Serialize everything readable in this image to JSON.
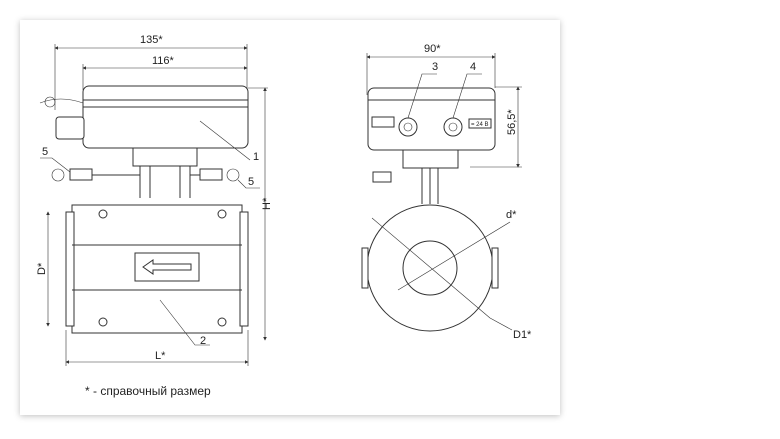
{
  "side_view": {
    "dim_total_width": "135*",
    "dim_housing_width": "116*",
    "dim_height": "H*",
    "dim_diameter": "D*",
    "dim_length": "L*",
    "callout_1": "1",
    "callout_2": "2",
    "callout_5_left": "5",
    "callout_5_right": "5"
  },
  "front_view": {
    "dim_width": "90*",
    "dim_height": "56,5*",
    "callout_3": "3",
    "callout_4": "4",
    "voltage_label": "= 24 B",
    "dim_inner_diameter": "d*",
    "dim_outer_diameter": "D1*"
  },
  "footnote": "* - справочный размер"
}
